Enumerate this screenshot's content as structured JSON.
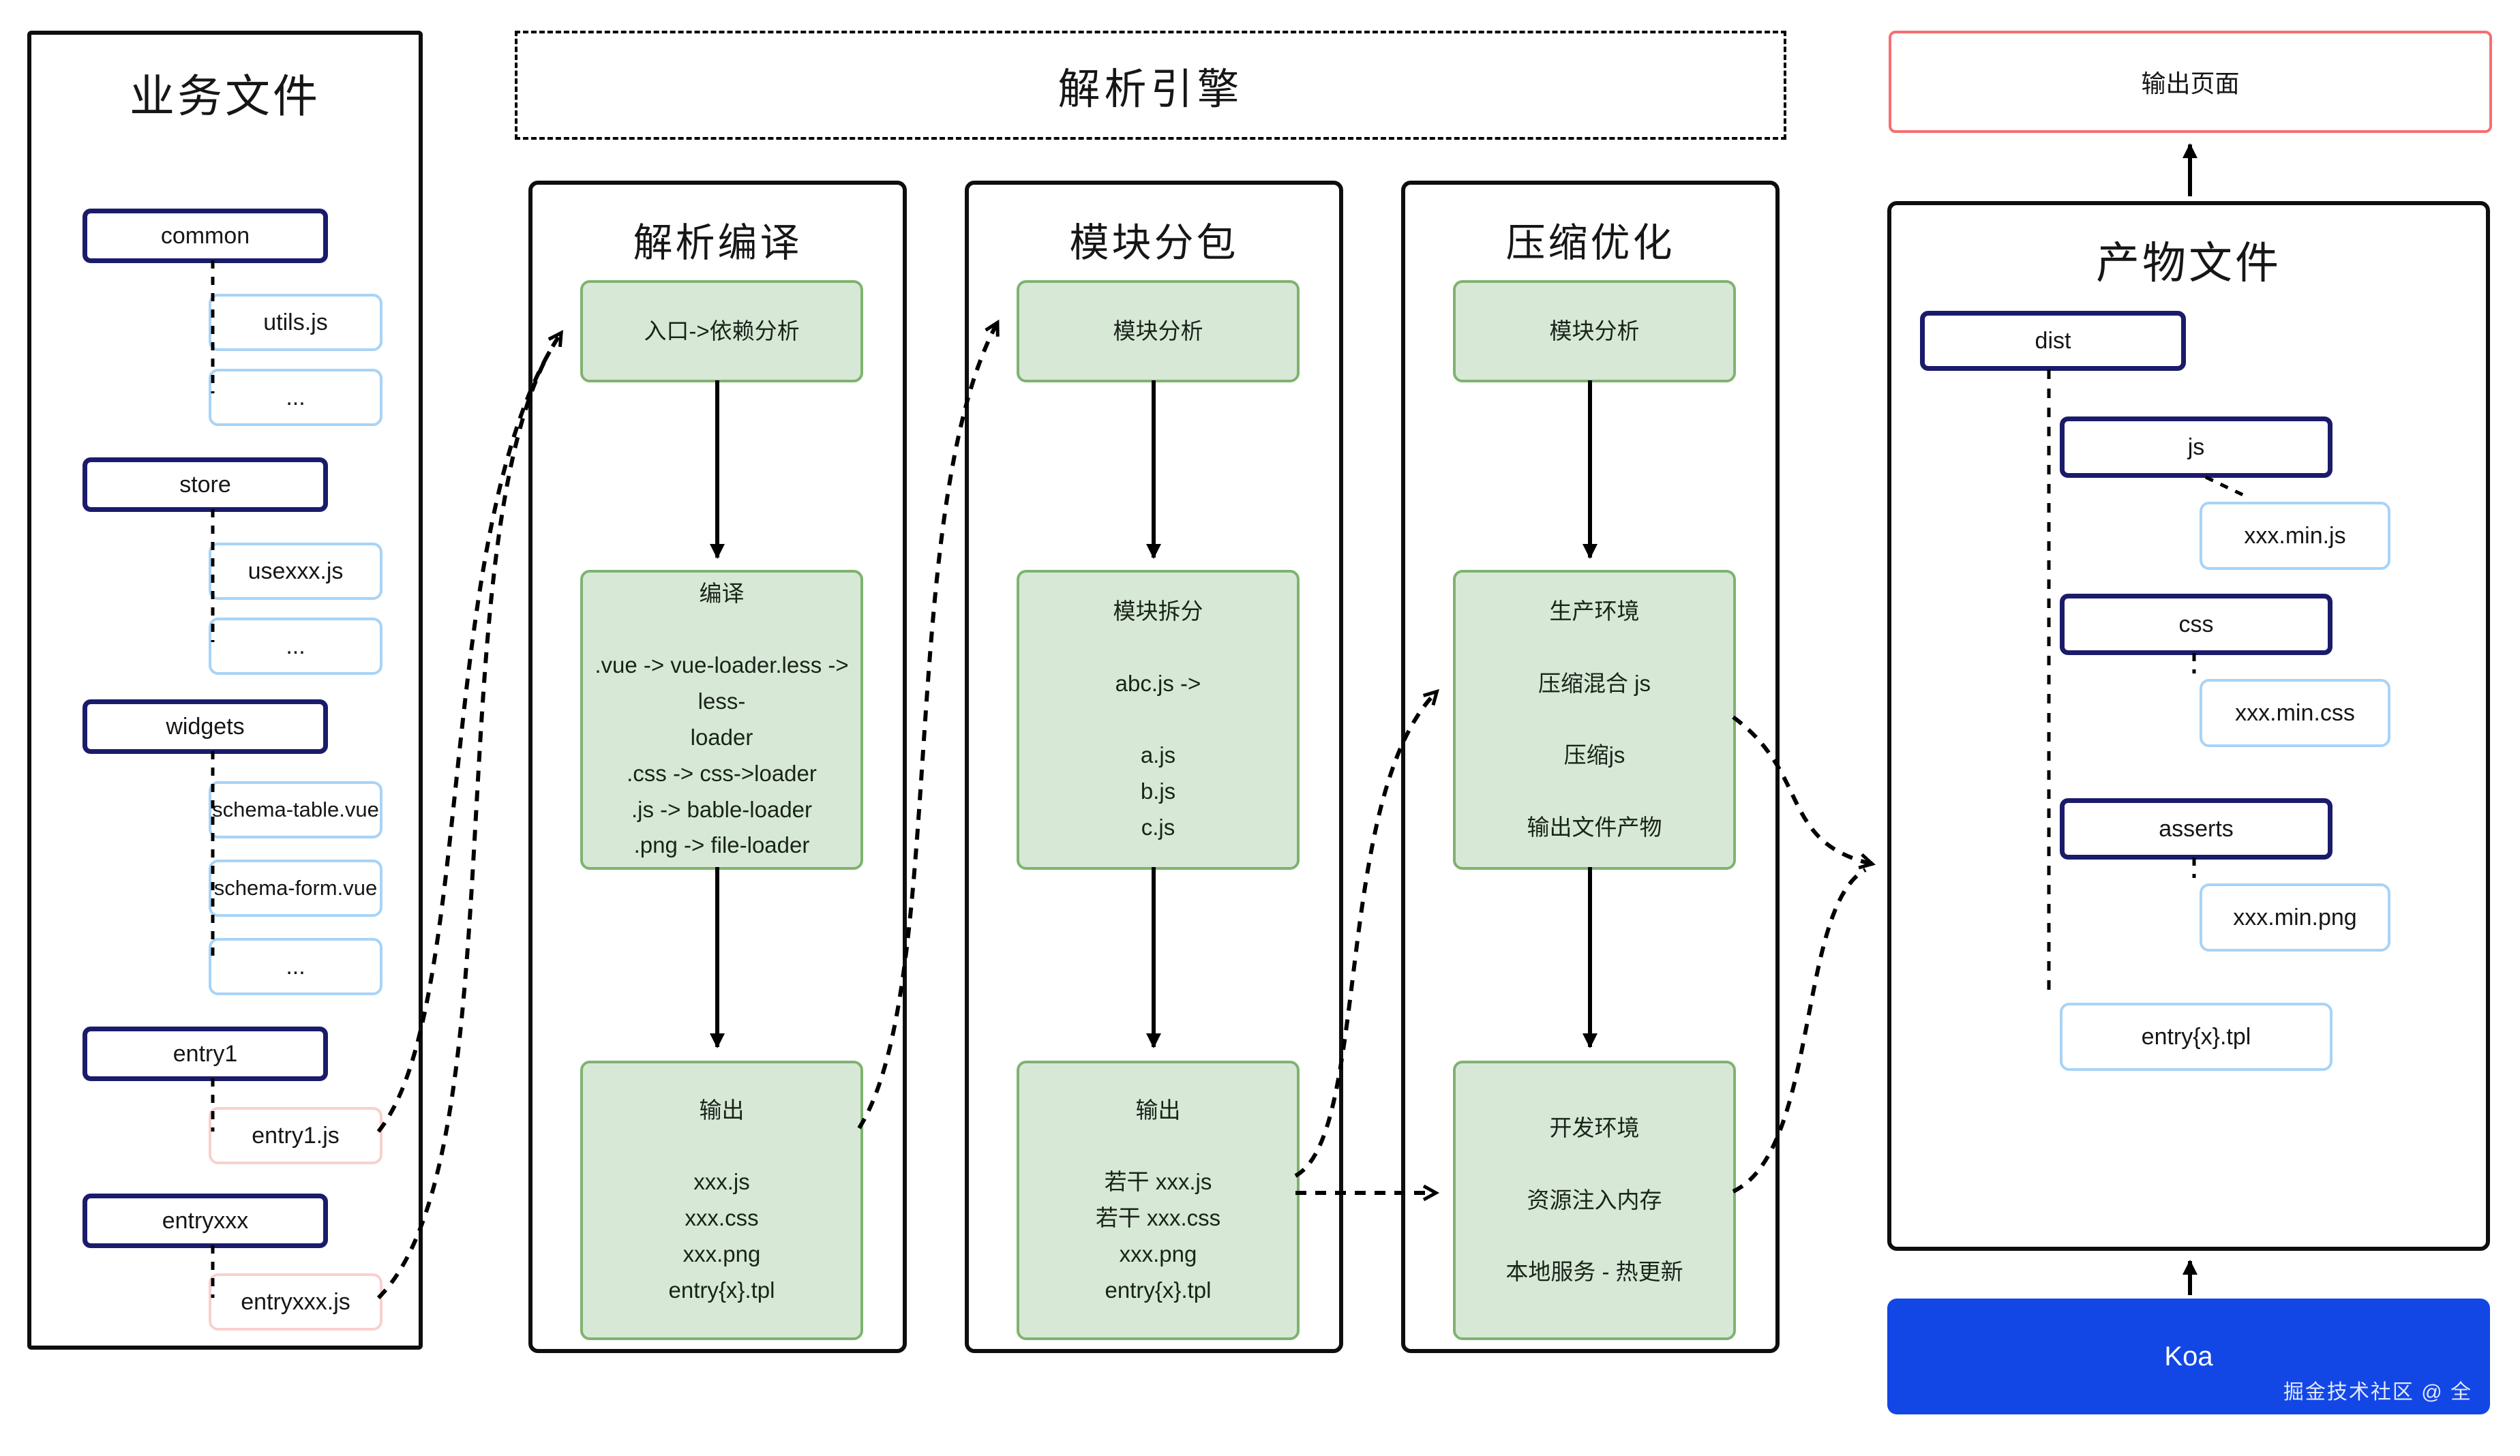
{
  "left": {
    "title": "业务文件",
    "common": "common",
    "utils": "utils.js",
    "dots1": "...",
    "store": "store",
    "usexxx": "usexxx.js",
    "dots2": "...",
    "widgets": "widgets",
    "schema_table": "schema-table.vue",
    "schema_form": "schema-form.vue",
    "dots3": "...",
    "entry1": "entry1",
    "entry1_js": "entry1.js",
    "entryxxx": "entryxxx",
    "entryxxx_js": "entryxxx.js"
  },
  "engine": {
    "title": "解析引擎",
    "col1": {
      "title": "解析编译",
      "top": "入口->依赖分析",
      "mid": "编译\n\n.vue -> vue-loader.less -> less-\nloader\n.css -> css->loader\n.js -> bable-loader\n.png -> file-loader",
      "bottom": "输出\n\nxxx.js\nxxx.css\nxxx.png\nentry{x}.tpl"
    },
    "col2": {
      "title": "模块分包",
      "top": "模块分析",
      "mid": "模块拆分\n\nabc.js ->\n\na.js\nb.js\nc.js",
      "bottom": "输出\n\n若干 xxx.js\n若干 xxx.css\nxxx.png\nentry{x}.tpl"
    },
    "col3": {
      "title": "压缩优化",
      "top": "模块分析",
      "mid": "生产环境\n\n压缩混合 js\n\n压缩js\n\n输出文件产物",
      "bottom": "开发环境\n\n资源注入内存\n\n本地服务 - 热更新"
    }
  },
  "right": {
    "output_page": "输出页面",
    "title": "产物文件",
    "dist": "dist",
    "js": "js",
    "xxx_min_js": "xxx.min.js",
    "css": "css",
    "xxx_min_css": "xxx.min.css",
    "asserts": "asserts",
    "xxx_min_png": "xxx.min.png",
    "entry_tpl": "entry{x}.tpl",
    "koa": "Koa"
  },
  "watermark": "掘金技术社区 @ 全",
  "colors": {
    "navy_border": "#1b1b6b",
    "light_blue_border": "#a8d3f6",
    "pink_border": "#f8d0cd",
    "green_fill": "#d7e9d6",
    "green_border": "#7fb370",
    "red_border": "#f76e6e",
    "koa_blue": "#1247e6"
  }
}
